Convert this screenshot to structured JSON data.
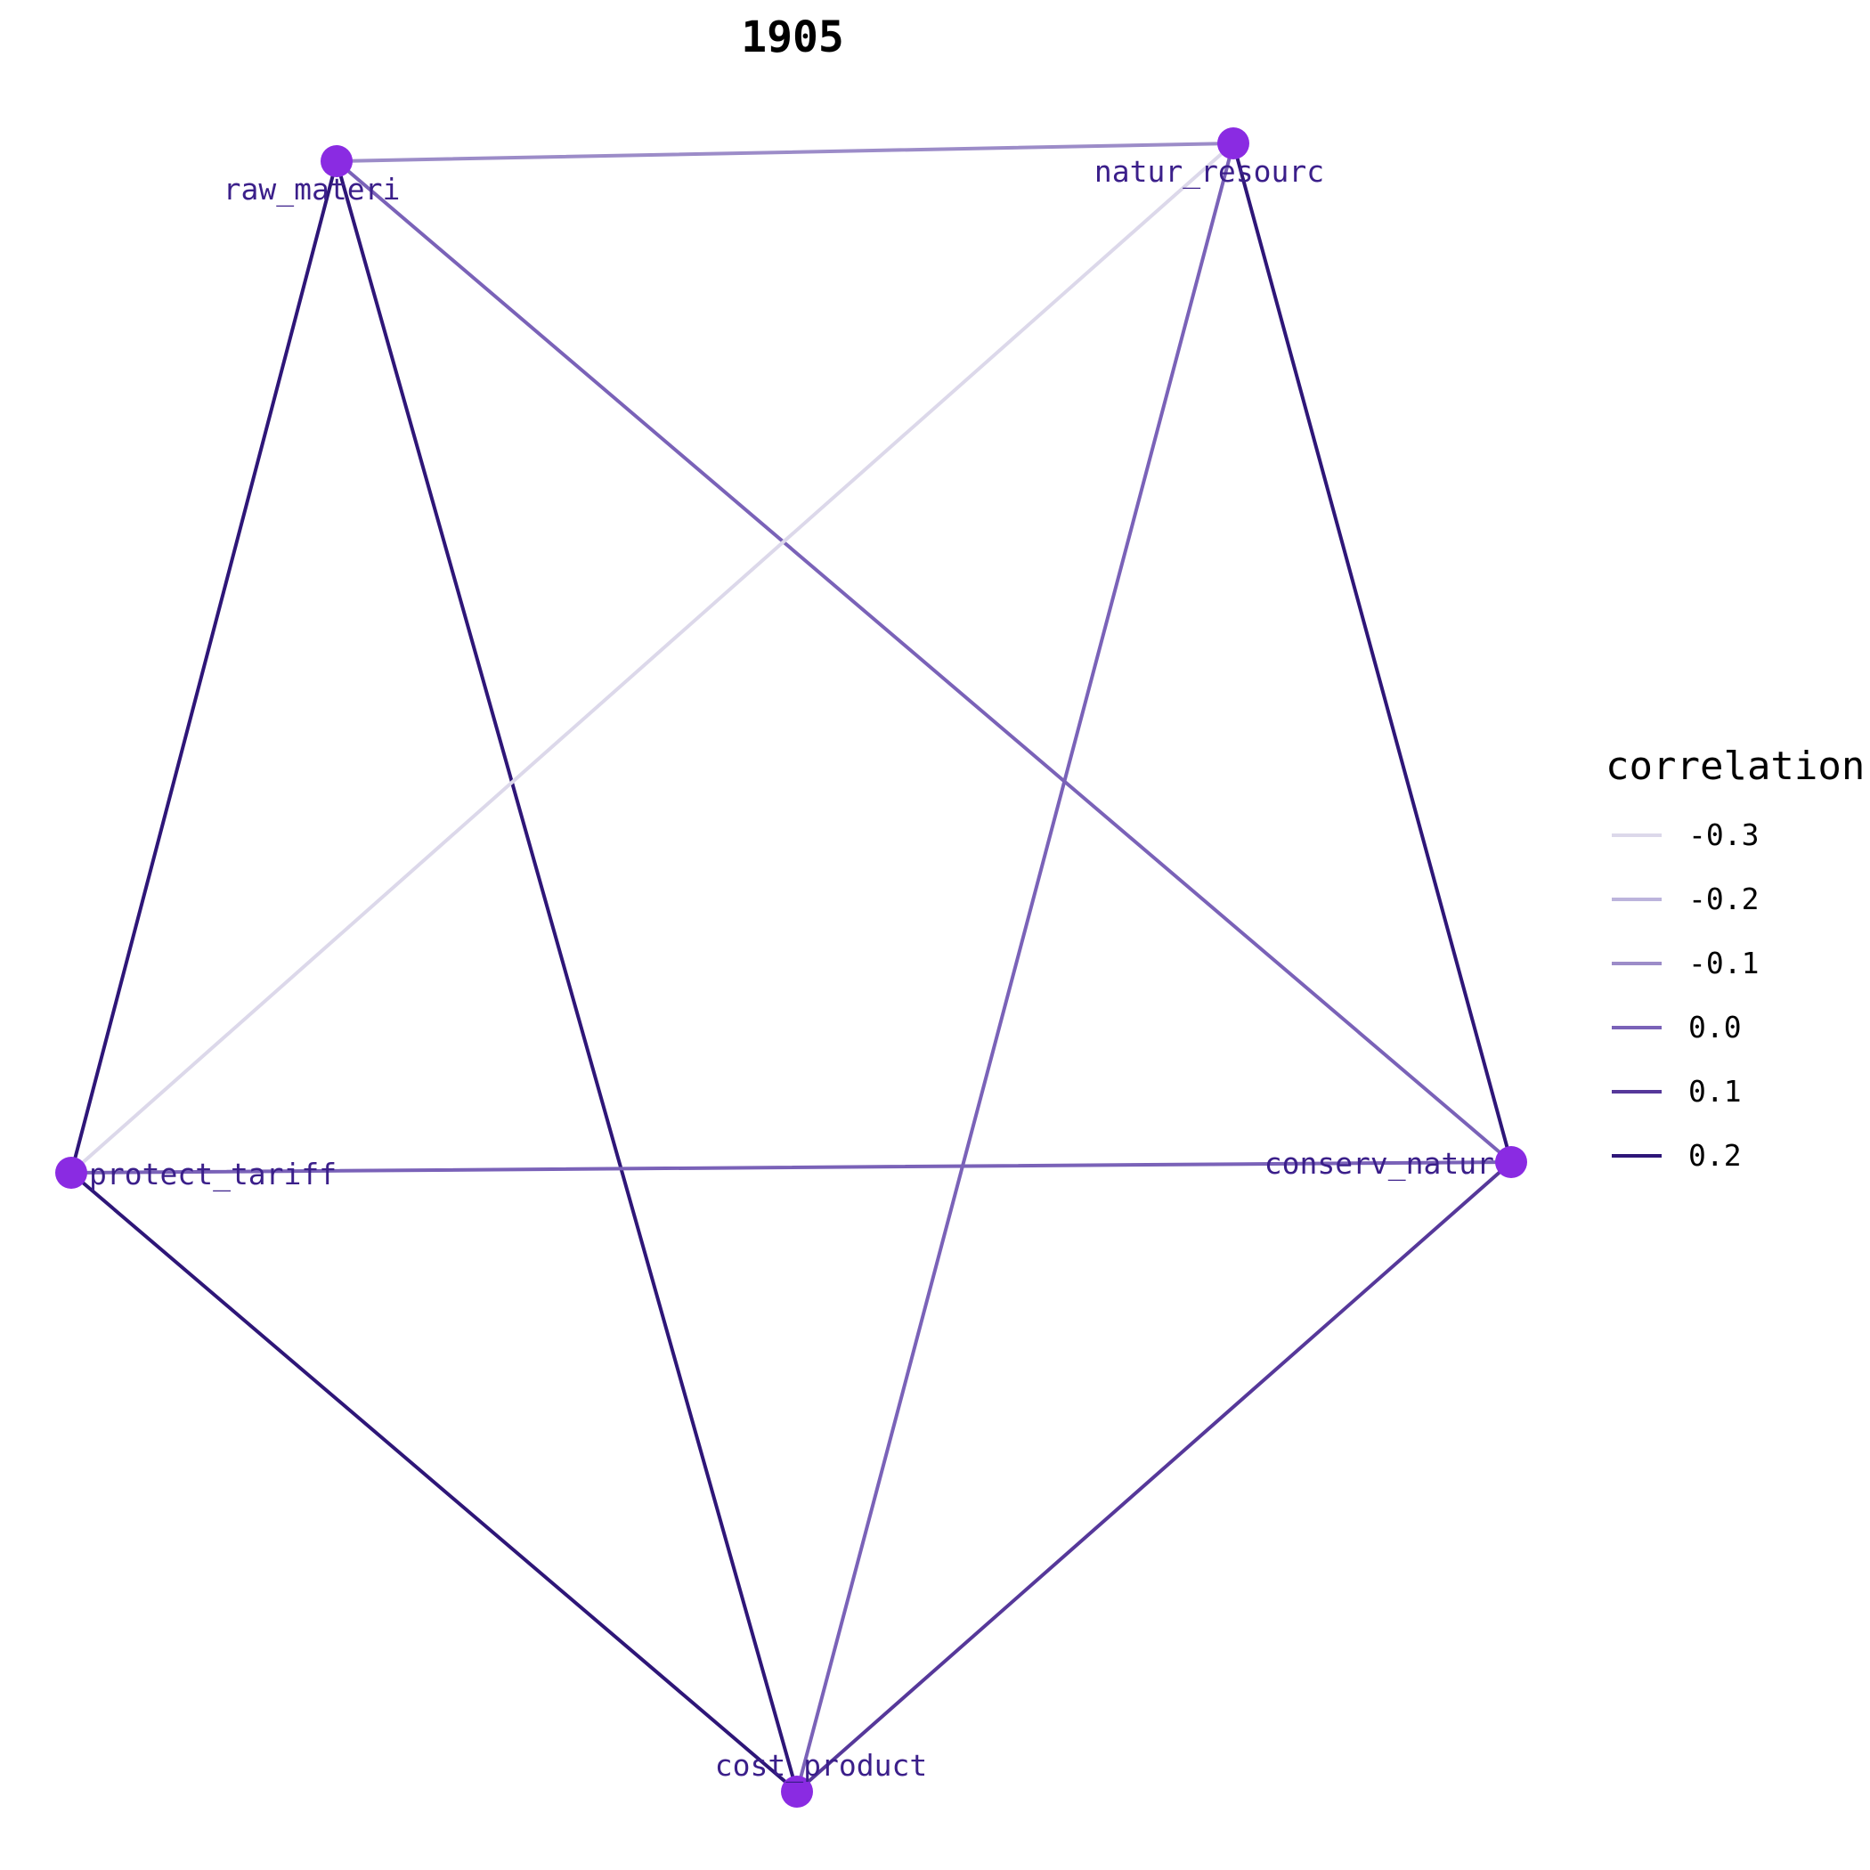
{
  "title": "1905",
  "legend": {
    "title": "correlation",
    "entries": [
      {
        "label": "-0.3",
        "value": -0.3,
        "color": "#dcd8ea"
      },
      {
        "label": "-0.2",
        "value": -0.2,
        "color": "#bcb4dc"
      },
      {
        "label": "-0.1",
        "value": -0.1,
        "color": "#9c8cc8"
      },
      {
        "label": "0.0",
        "value": 0.0,
        "color": "#7a62b8"
      },
      {
        "label": "0.1",
        "value": 0.1,
        "color": "#56389a"
      },
      {
        "label": "0.2",
        "value": 0.2,
        "color": "#2e1678"
      }
    ]
  },
  "nodes": [
    {
      "id": "raw_materi",
      "label": "raw_materi"
    },
    {
      "id": "natur_resourc",
      "label": "natur_resourc"
    },
    {
      "id": "protect_tariff",
      "label": "protect_tariff"
    },
    {
      "id": "conserv_natur",
      "label": "conserv_natur"
    },
    {
      "id": "cost_product",
      "label": "cost_product"
    }
  ],
  "edges": [
    {
      "source": "raw_materi",
      "target": "natur_resourc",
      "correlation": -0.1
    },
    {
      "source": "raw_materi",
      "target": "protect_tariff",
      "correlation": 0.2
    },
    {
      "source": "raw_materi",
      "target": "cost_product",
      "correlation": 0.2
    },
    {
      "source": "raw_materi",
      "target": "conserv_natur",
      "correlation": 0.0
    },
    {
      "source": "natur_resourc",
      "target": "protect_tariff",
      "correlation": -0.3
    },
    {
      "source": "natur_resourc",
      "target": "cost_product",
      "correlation": 0.0
    },
    {
      "source": "natur_resourc",
      "target": "conserv_natur",
      "correlation": 0.2
    },
    {
      "source": "protect_tariff",
      "target": "conserv_natur",
      "correlation": 0.0
    },
    {
      "source": "protect_tariff",
      "target": "cost_product",
      "correlation": 0.2
    },
    {
      "source": "conserv_natur",
      "target": "cost_product",
      "correlation": 0.1
    }
  ]
}
